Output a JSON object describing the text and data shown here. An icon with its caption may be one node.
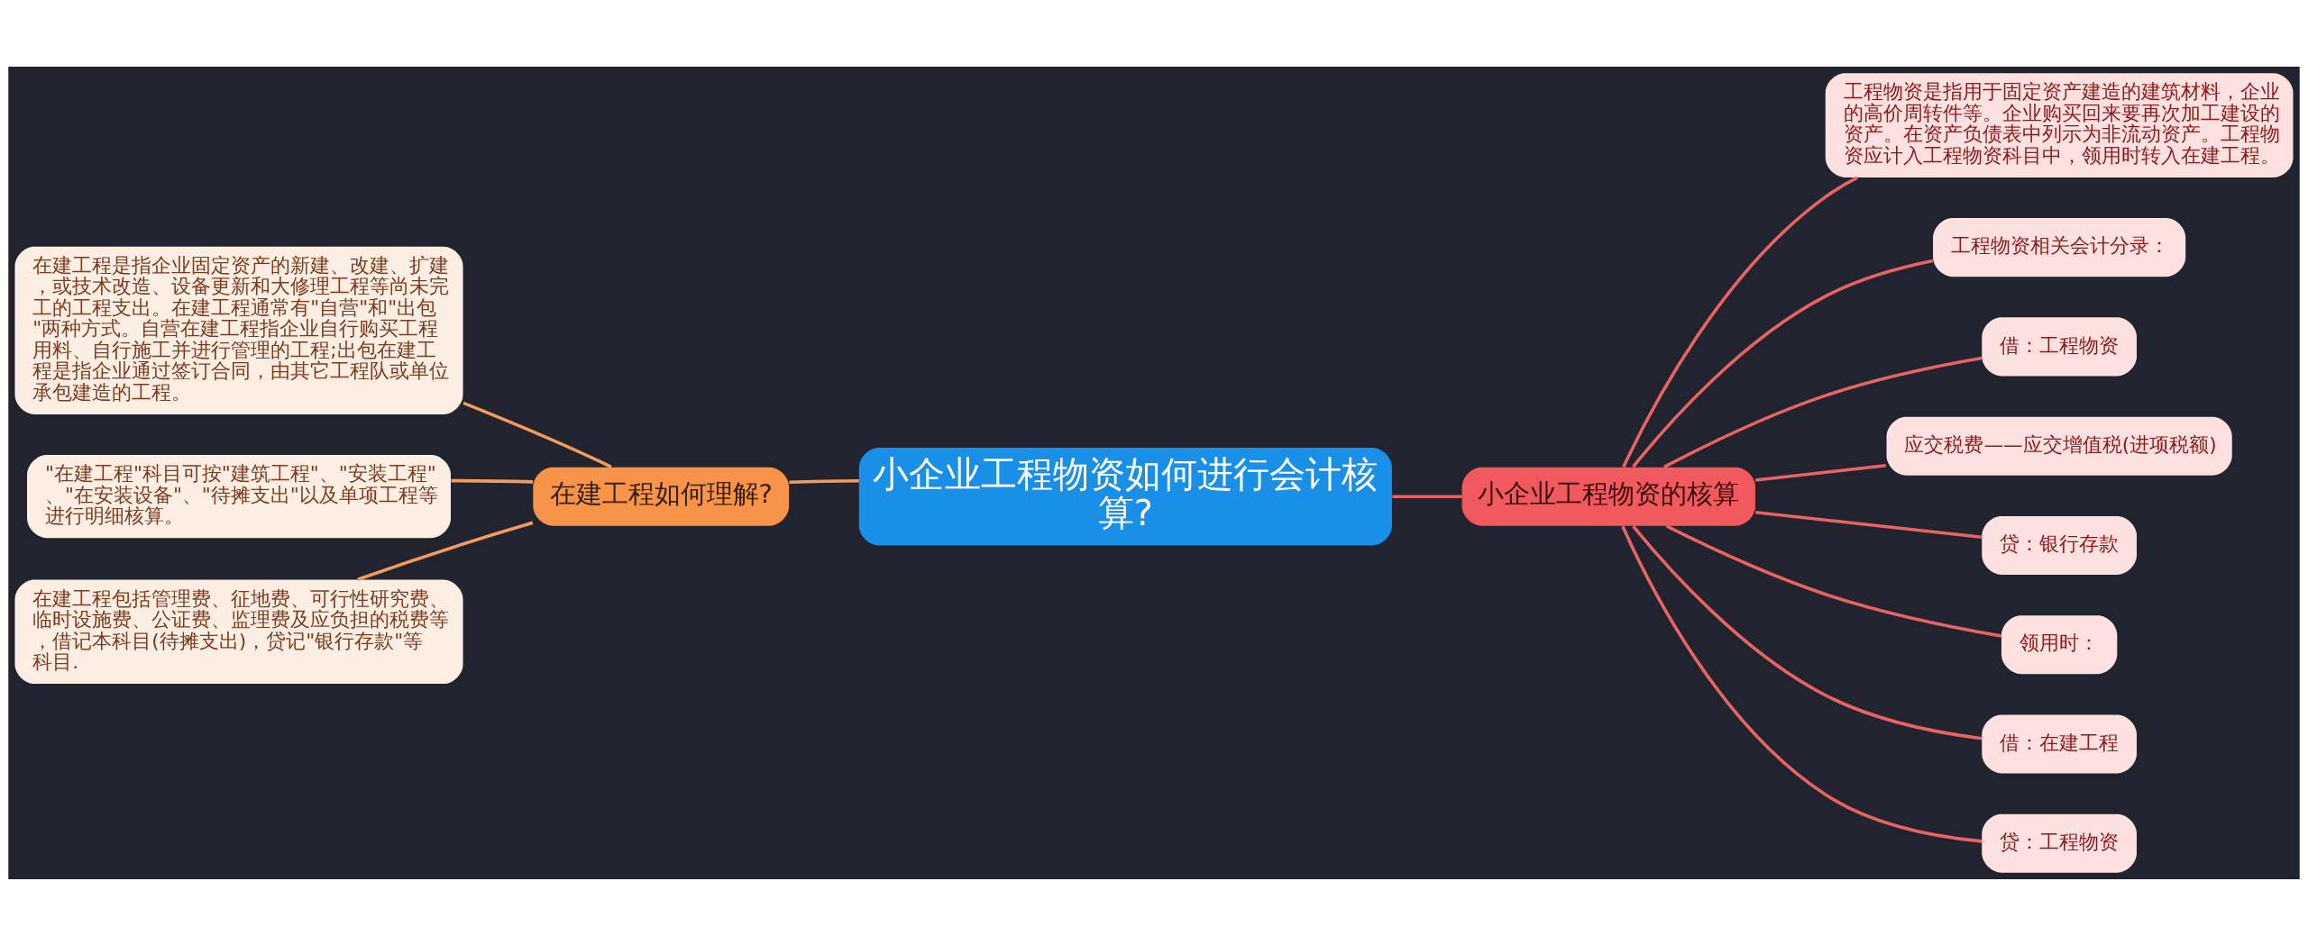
{
  "diagram": {
    "nodes": [
      {
        "text": [
          "小企业工程物资如何进行会计核算?"
        ]
      },
      {
        "text": [
          "在建工程如何理解?"
        ]
      },
      {
        "text": [
          "在建工程是指企业固定资产的新建、改建、扩建，或技术改造、设备更新和大修理工程等尚未完工的工程支出。在建工程通常有\"自营\"和\"出包\"两种方式。自营在建工程指企业自行购买工程用料、自行施工并进行管理的工程;出包在建工程是指企业通过签订合同，由其它工程队或单位承包建造的工程。"
        ]
      },
      {
        "text": [
          "\"在建工程\"科目可按\"建筑工程\"、\"安装工程\"、\"在安装设备\"、\"待摊支出\"以及单项工程等进行明细核算。"
        ]
      },
      {
        "text": [
          "在建工程包括管理费、征地费、可行性研究费、临时设施费、公证费、监理费及应负担的税费等，借记本科目(待摊支出)，贷记\"银行存款\"等科目."
        ]
      },
      {
        "text": [
          "小企业工程物资的核算"
        ]
      },
      {
        "text": [
          "工程物资是指用于固定资产建造的建筑材料，企业的高价周转件等。企业购买回来要再次加工建设的资产。在资产负债表中列示为非流动资产。工程物资应计入工程物资科目中，领用时转入在建工程。"
        ]
      },
      {
        "text": [
          "工程物资相关会计分录："
        ]
      },
      {
        "text": [
          "借：工程物资"
        ]
      },
      {
        "text": [
          "应交税费——应交增值税(进项税额)"
        ]
      },
      {
        "text": [
          "贷：银行存款"
        ]
      },
      {
        "text": [
          "领用时："
        ]
      },
      {
        "text": [
          "借：在建工程"
        ]
      },
      {
        "text": [
          "贷：工程物资"
        ]
      }
    ],
    "edges": [
      {
        "from": 0,
        "to": 1,
        "arrow": "none",
        "color": "#f29b5b"
      },
      {
        "from": 1,
        "to": 2,
        "arrow": "none",
        "color": "#f29b5b"
      },
      {
        "from": 1,
        "to": 3,
        "arrow": "none",
        "color": "#f29b5b"
      },
      {
        "from": 1,
        "to": 4,
        "arrow": "none",
        "color": "#f29b5b"
      },
      {
        "from": 0,
        "to": 5,
        "arrow": "none"
      },
      {
        "from": 5,
        "to": 6,
        "arrow": "none"
      },
      {
        "from": 5,
        "to": 7,
        "arrow": "none"
      },
      {
        "from": 5,
        "to": 8,
        "arrow": "none"
      },
      {
        "from": 5,
        "to": 9,
        "arrow": "none"
      },
      {
        "from": 5,
        "to": 10,
        "arrow": "none"
      },
      {
        "from": 5,
        "to": 11,
        "arrow": "none"
      },
      {
        "from": 5,
        "to": 12,
        "arrow": "none"
      },
      {
        "from": 5,
        "to": 13,
        "arrow": "none"
      }
    ]
  }
}
